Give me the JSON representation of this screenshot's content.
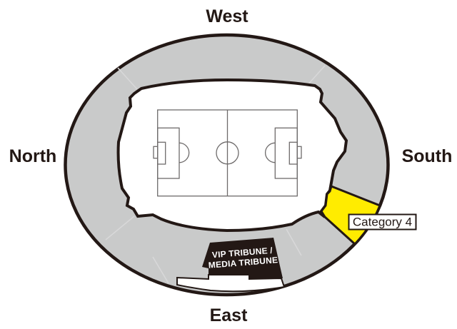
{
  "map": {
    "directions": {
      "west": "West",
      "north": "North",
      "south": "South",
      "east": "East"
    },
    "sections": {
      "category4": {
        "label": "Category 4",
        "color": "#ffec00"
      },
      "vip_tribune": {
        "line1": "VIP TRIBUNE /",
        "line2": "MEDIA TRIBUNE",
        "color": "#231815"
      }
    },
    "colors": {
      "stand": "#c9caca",
      "outline": "#231815",
      "field": "#ffffff",
      "pitch_line": "#6e6b6b",
      "sector_divider": "#d8d8d9"
    }
  }
}
